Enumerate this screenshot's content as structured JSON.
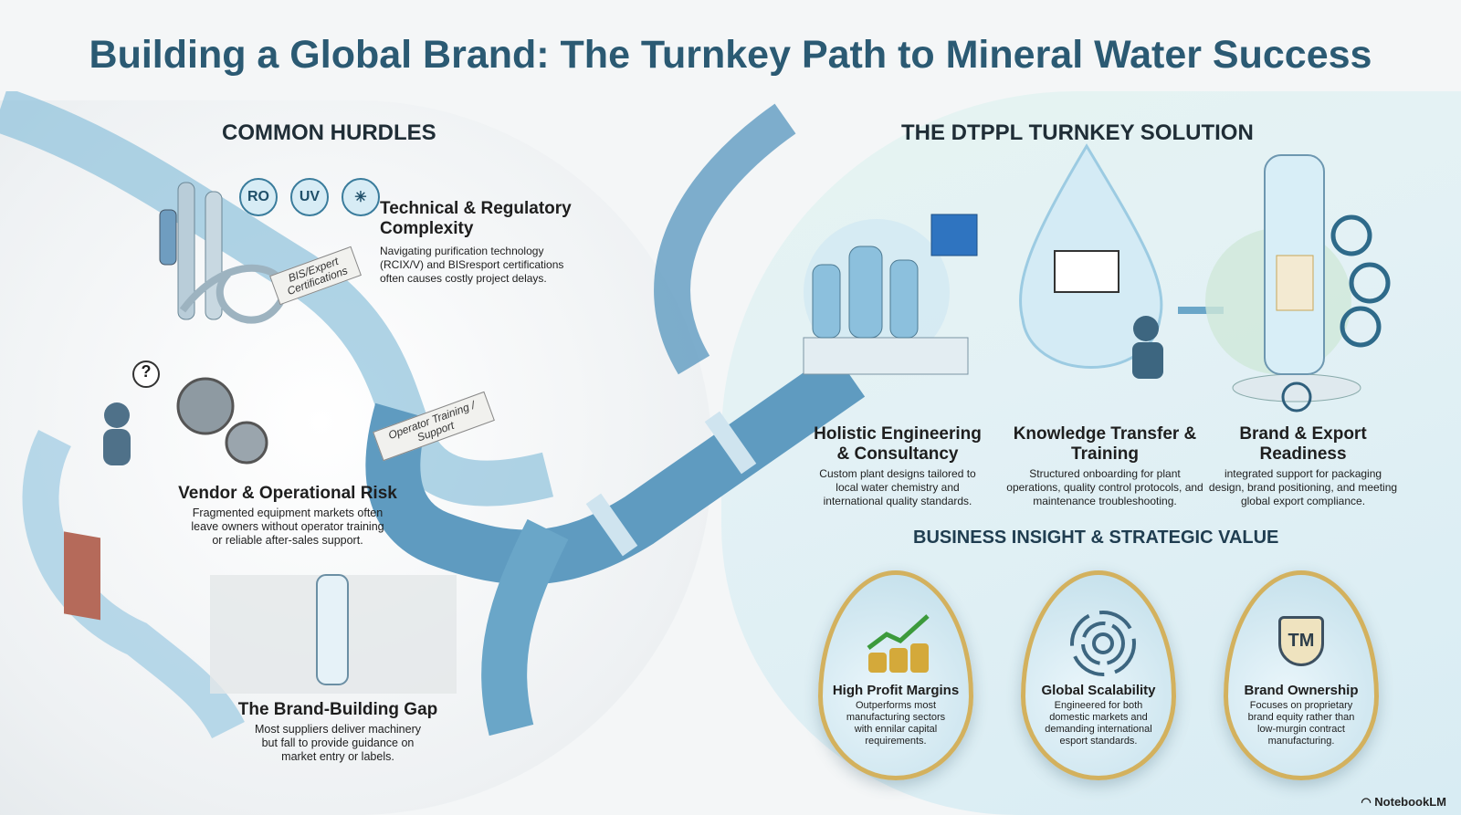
{
  "title": "Building a Global Brand: The Turnkey Path to Mineral Water Success",
  "left": {
    "heading": "COMMON HURDLES",
    "tech_icons": [
      "RO",
      "UV",
      "✳"
    ],
    "sign_certifications": "BIS/Expert Certifications",
    "sign_operator": "Operator Training / Support",
    "hurdles": [
      {
        "title": "Technical & Regulatory Complexity",
        "text": "Navigating purification technology (RCIX/V) and BISresport certifications often causes costly project delays."
      },
      {
        "title": "Vendor & Operational Risk",
        "text": "Fragmented equipment markets often leave owners without operator training or reliable after-sales support."
      },
      {
        "title": "The Brand-Building Gap",
        "text": "Most suppliers deliver machinery but fall to provide guidance on market entry or labels."
      }
    ]
  },
  "right": {
    "heading": "THE DTPPL TURNKEY SOLUTION",
    "solutions": [
      {
        "title": "Holistic Engineering & Consultancy",
        "text": "Custom plant designs tailored to local water chemistry and international quality standards."
      },
      {
        "title": "Knowledge Transfer & Training",
        "text": "Structured onboarding for plant operations, quality control protocols, and maintenance troubleshooting."
      },
      {
        "title": "Brand & Export Readiness",
        "text": "integrated support for packaging design, brand positioning, and meeting global export compliance."
      }
    ],
    "insight_heading": "BUSINESS INSIGHT & STRATEGIC VALUE",
    "insights": [
      {
        "title": "High Profit Margins",
        "text": "Outperforms most manufacturing sectors with ennilar capital requirements."
      },
      {
        "title": "Global Scalability",
        "text": "Engineered for both domestic markets and demanding international esport standards."
      },
      {
        "title": "Brand Ownership",
        "text": "Focuses on proprietary brand equity rather than low-murgin contract manufacturing.",
        "badge": "TM"
      }
    ]
  },
  "watermark": "NotebookLM",
  "colors": {
    "title": "#2b5a73",
    "water": "#5f9bc0",
    "gold": "#d3b15e"
  }
}
